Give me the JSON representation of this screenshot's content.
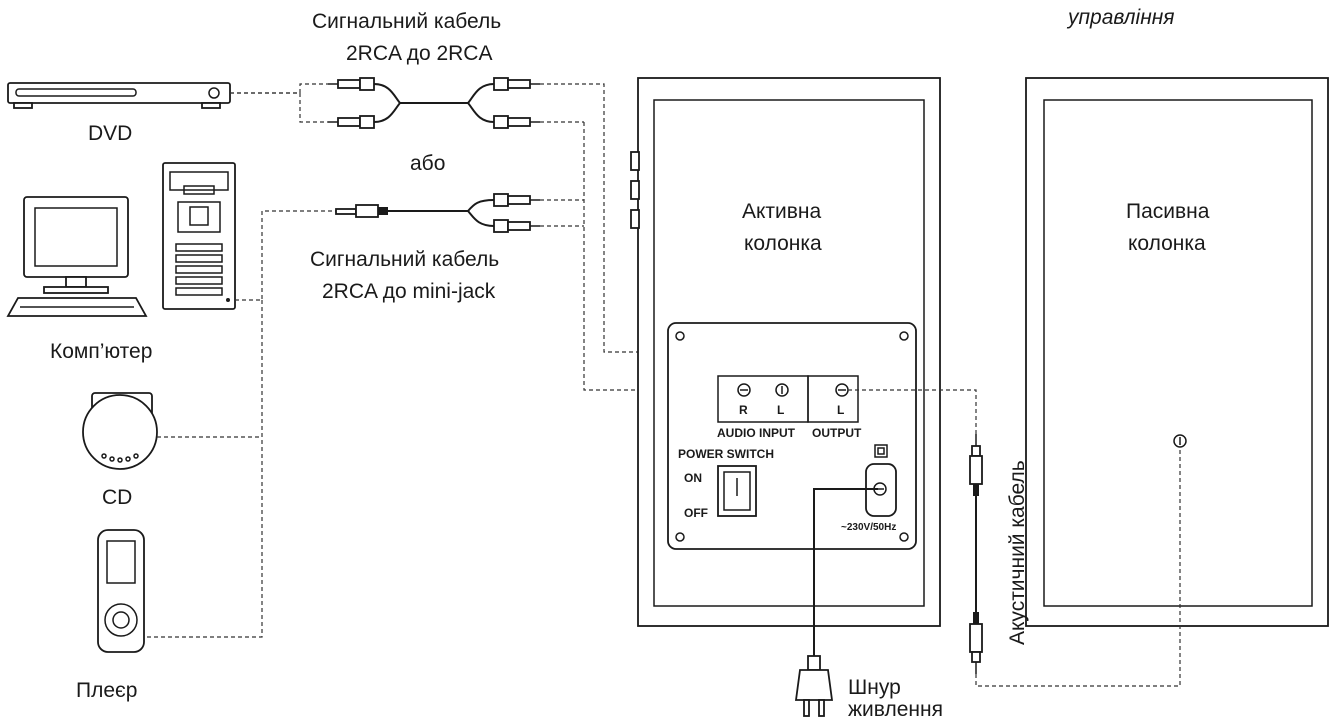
{
  "labels": {
    "top_right_fragment": "управління",
    "cable_2rca_line1": "Сигнальний кабель",
    "cable_2rca_line2": "2RCA до 2RCA",
    "or": "або",
    "cable_minijack_line1": "Сигнальний  кабель",
    "cable_minijack_line2": "2RCA до mini-jack",
    "dvd": "DVD",
    "computer": "Комп’ютер",
    "cd": "CD",
    "player": "Плеєр",
    "active_speaker_line1": "Активна",
    "active_speaker_line2": "колонка",
    "passive_speaker_line1": "Пасивна",
    "passive_speaker_line2": "колонка",
    "speaker_cable": "Акустичний кабель",
    "power_cord_line1": "Шнур",
    "power_cord_line2": "живлення"
  },
  "panel": {
    "input_r": "R",
    "input_l": "L",
    "output_l": "L",
    "audio_input": "AUDIO INPUT",
    "output": "OUTPUT",
    "power_switch": "POWER SWITCH",
    "on": "ON",
    "off": "OFF",
    "voltage": "~230V/50Hz"
  },
  "icons": {
    "dvd": "dvd-player-icon",
    "monitor": "monitor-icon",
    "tower": "computer-tower-icon",
    "cd": "cd-player-icon",
    "player": "portable-player-icon",
    "plug": "power-plug-icon"
  }
}
